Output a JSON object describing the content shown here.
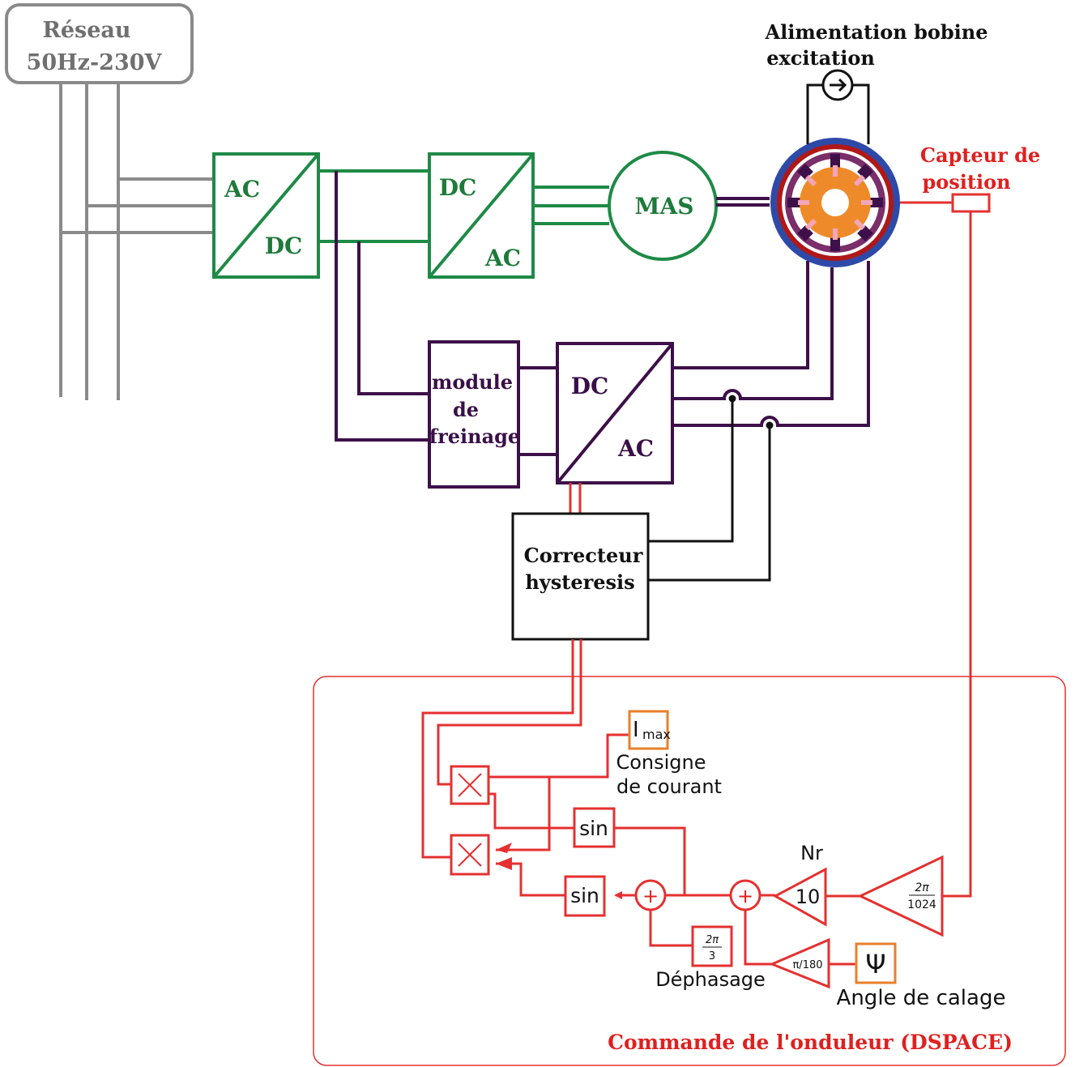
{
  "colors": {
    "grid": "#8a8a8a",
    "power_green": "#1e8a46",
    "power_purple": "#3d1049",
    "control_red": "#e53030",
    "black": "#111111",
    "param_orange": "#e8802a",
    "rotor_orange": "#ee8a2a",
    "stator_blue": "#2e4aa8"
  },
  "grid": {
    "line1": "Réseau",
    "line2": "50Hz-230V"
  },
  "rectifier": {
    "input": "AC",
    "output": "DC"
  },
  "inverter_mas": {
    "input": "DC",
    "output": "AC"
  },
  "mas": {
    "label": "MAS"
  },
  "excitation": {
    "line1": "Alimentation bobine",
    "line2": "excitation"
  },
  "position_sensor": {
    "line1": "Capteur de",
    "line2": "position"
  },
  "braking": {
    "line1": "module",
    "line2": "de",
    "line3": "freinage"
  },
  "inverter_machine": {
    "input": "DC",
    "output": "AC"
  },
  "hysteresis": {
    "line1": "Correcteur",
    "line2": "hysteresis"
  },
  "control": {
    "title": "Commande de l'onduleur (DSPACE)",
    "imax_symbol": "I",
    "imax_sub": "max",
    "current_ref_line1": "Consigne",
    "current_ref_line2": "de courant",
    "multiply_icon": "×",
    "sin_label": "sin",
    "sum_icon": "+",
    "nr_label": "Nr",
    "nr_gain": "10",
    "encoder_gain_num": "2π",
    "encoder_gain_den": "1024",
    "phase_num": "2π",
    "phase_den": "3",
    "phase_label": "Déphasage",
    "deg_gain": "π/180",
    "psi_symbol": "Ψ",
    "angle_label": "Angle de calage"
  }
}
